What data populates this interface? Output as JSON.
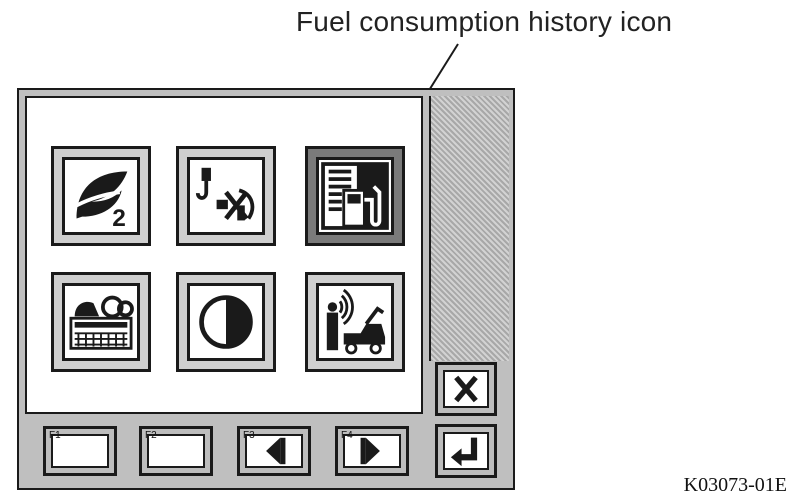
{
  "callout": {
    "text": "Fuel consumption history icon"
  },
  "figure_code": "K03073-01E",
  "menu_icons": [
    {
      "id": "eco-mode-icon"
    },
    {
      "id": "attachment-settings-icon"
    },
    {
      "id": "fuel-consumption-history-icon",
      "selected": true
    },
    {
      "id": "maintenance-icon"
    },
    {
      "id": "screen-brightness-icon"
    },
    {
      "id": "telematics-icon"
    }
  ],
  "function_keys": [
    {
      "label": "F1",
      "icon": ""
    },
    {
      "label": "F2",
      "icon": ""
    },
    {
      "label": "F3",
      "icon": "arrow-left-icon"
    },
    {
      "label": "F4",
      "icon": "arrow-right-icon"
    }
  ],
  "side_buttons": [
    {
      "icon": "close-icon"
    },
    {
      "icon": "enter-return-icon"
    }
  ]
}
